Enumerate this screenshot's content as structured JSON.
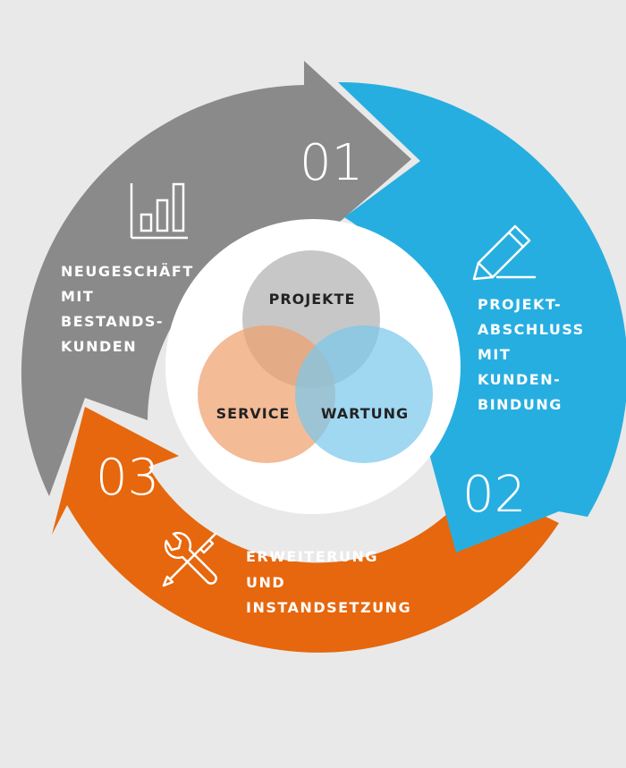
{
  "colors": {
    "background": "#e9e9e9",
    "segment_1": "#8a8a8a",
    "segment_2": "#27aee0",
    "segment_3": "#e6670d",
    "circle_projekte": "#bdbdbd",
    "circle_service": "#f0a16f",
    "circle_wartung": "#7cc8ec"
  },
  "segments": [
    {
      "number": "01",
      "lines": [
        "NEUGESCHÄFT",
        "MIT",
        "BESTANDS-",
        "KUNDEN"
      ],
      "icon": "bar-chart-icon"
    },
    {
      "number": "02",
      "lines": [
        "PROJEKT-",
        "ABSCHLUSS",
        "MIT",
        "KUNDEN-",
        "BINDUNG"
      ],
      "icon": "pencil-icon"
    },
    {
      "number": "03",
      "lines": [
        "ERWEITERUNG",
        "UND",
        "INSTANDSETZUNG"
      ],
      "icon": "tools-icon"
    }
  ],
  "venn": {
    "top": "PROJEKTE",
    "left": "SERVICE",
    "right": "WARTUNG"
  }
}
